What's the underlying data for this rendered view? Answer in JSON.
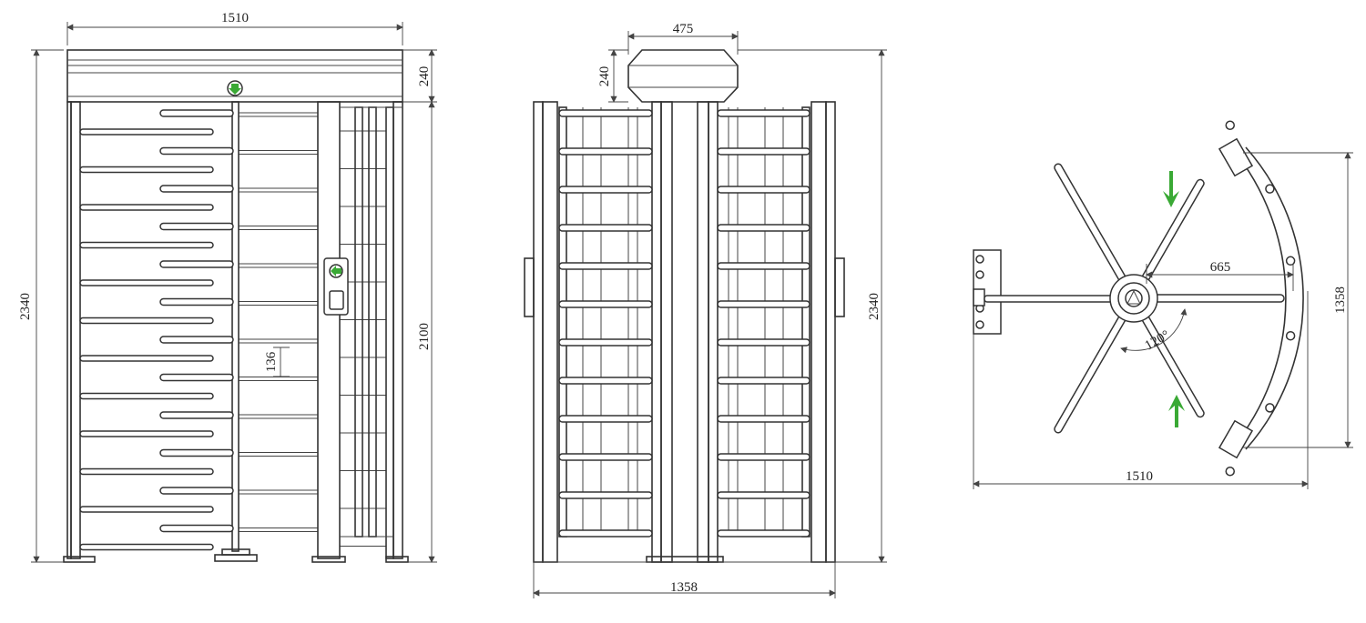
{
  "colors": {
    "line": "#333333",
    "arrow_green": "#3aa935",
    "background": "#ffffff"
  },
  "front_view": {
    "width_label": "1510",
    "top_height_label": "240",
    "total_height_label": "2340",
    "inner_height_label": "2100",
    "bar_pitch_label": "136"
  },
  "side_view": {
    "top_width_label": "475",
    "top_height_label": "240",
    "width_label": "1358",
    "height_label": "2340"
  },
  "top_view": {
    "arm_length_label": "665",
    "angle_label": "120°",
    "depth_label": "1358",
    "width_label": "1510"
  }
}
